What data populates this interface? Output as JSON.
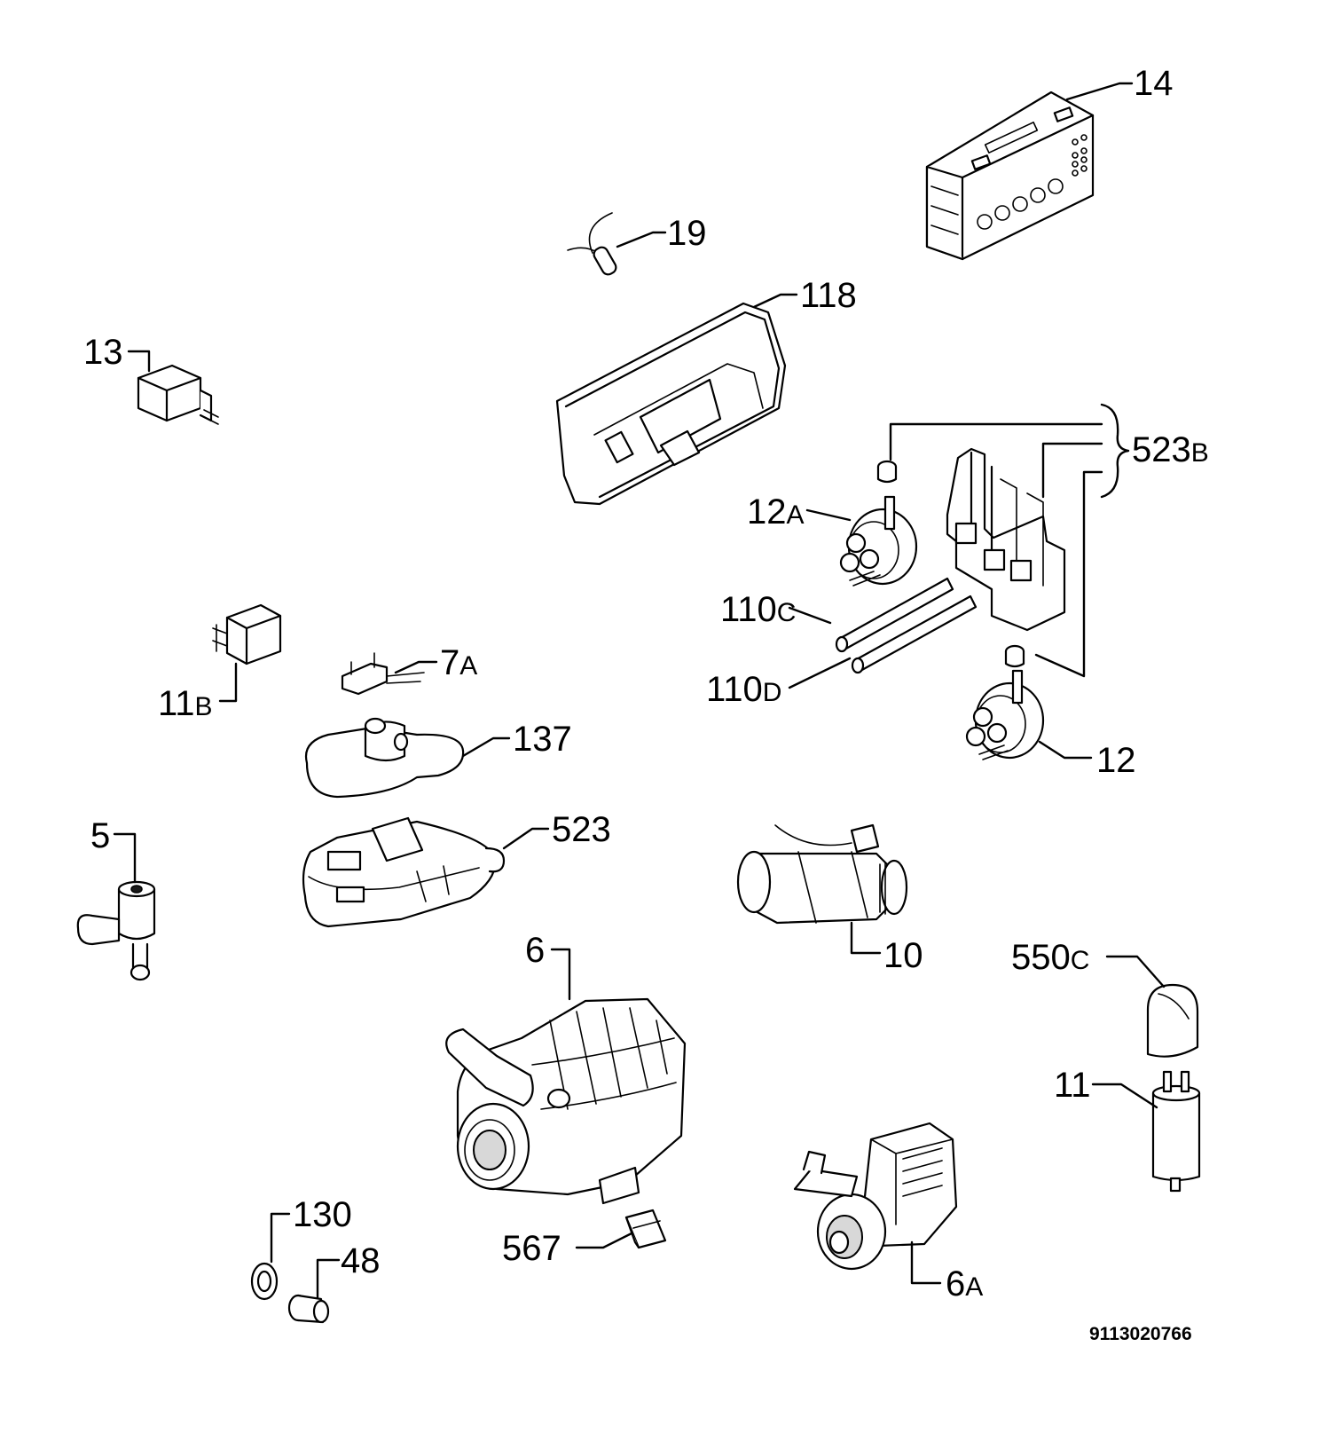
{
  "callouts": {
    "c14": {
      "main": "14",
      "suffix": ""
    },
    "c19": {
      "main": "19",
      "suffix": ""
    },
    "c118": {
      "main": "118",
      "suffix": ""
    },
    "c13": {
      "main": "13",
      "suffix": ""
    },
    "c523b": {
      "main": "523",
      "suffix": "B"
    },
    "c12a": {
      "main": "12",
      "suffix": "A"
    },
    "c110c": {
      "main": "110",
      "suffix": "C"
    },
    "c110d": {
      "main": "110",
      "suffix": "D"
    },
    "c12": {
      "main": "12",
      "suffix": ""
    },
    "c11b": {
      "main": "11",
      "suffix": "B"
    },
    "c7a": {
      "main": "7",
      "suffix": "A"
    },
    "c137": {
      "main": "137",
      "suffix": ""
    },
    "c5": {
      "main": "5",
      "suffix": ""
    },
    "c523": {
      "main": "523",
      "suffix": ""
    },
    "c10": {
      "main": "10",
      "suffix": ""
    },
    "c6": {
      "main": "6",
      "suffix": ""
    },
    "c550c": {
      "main": "550",
      "suffix": "C"
    },
    "c11": {
      "main": "11",
      "suffix": ""
    },
    "c130": {
      "main": "130",
      "suffix": ""
    },
    "c48": {
      "main": "48",
      "suffix": ""
    },
    "c567": {
      "main": "567",
      "suffix": ""
    },
    "c6a": {
      "main": "6",
      "suffix": "A"
    }
  },
  "document_id": "9113020766"
}
